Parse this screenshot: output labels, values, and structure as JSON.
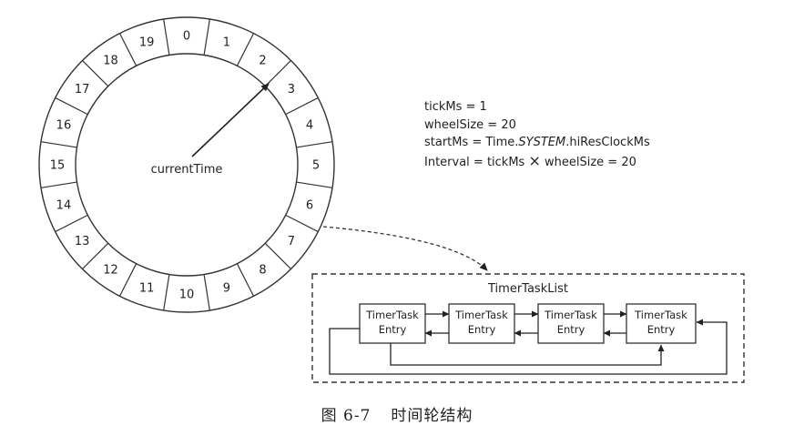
{
  "wheel": {
    "slots": [
      "0",
      "1",
      "2",
      "3",
      "4",
      "5",
      "6",
      "7",
      "8",
      "9",
      "10",
      "11",
      "12",
      "13",
      "14",
      "15",
      "16",
      "17",
      "18",
      "19"
    ],
    "pointer_label": "currentTime"
  },
  "params": {
    "tick_ms": "tickMs = 1",
    "wheel_size": "wheelSize = 20",
    "start_ms_prefix": "startMs = Time.",
    "start_ms_italic": "SYSTEM",
    "start_ms_suffix": ".hiResClockMs",
    "interval_prefix": "Interval = tickMs ",
    "interval_times": "×",
    "interval_suffix": " wheelSize = 20"
  },
  "timer_task_list": {
    "title": "TimerTaskList",
    "entries": [
      {
        "line1": "TimerTask",
        "line2": "Entry"
      },
      {
        "line1": "TimerTask",
        "line2": "Entry"
      },
      {
        "line1": "TimerTask",
        "line2": "Entry"
      },
      {
        "line1": "TimerTask",
        "line2": "Entry"
      }
    ]
  },
  "caption": {
    "figure_number": "图 6-7",
    "title": "时间轮结构"
  }
}
